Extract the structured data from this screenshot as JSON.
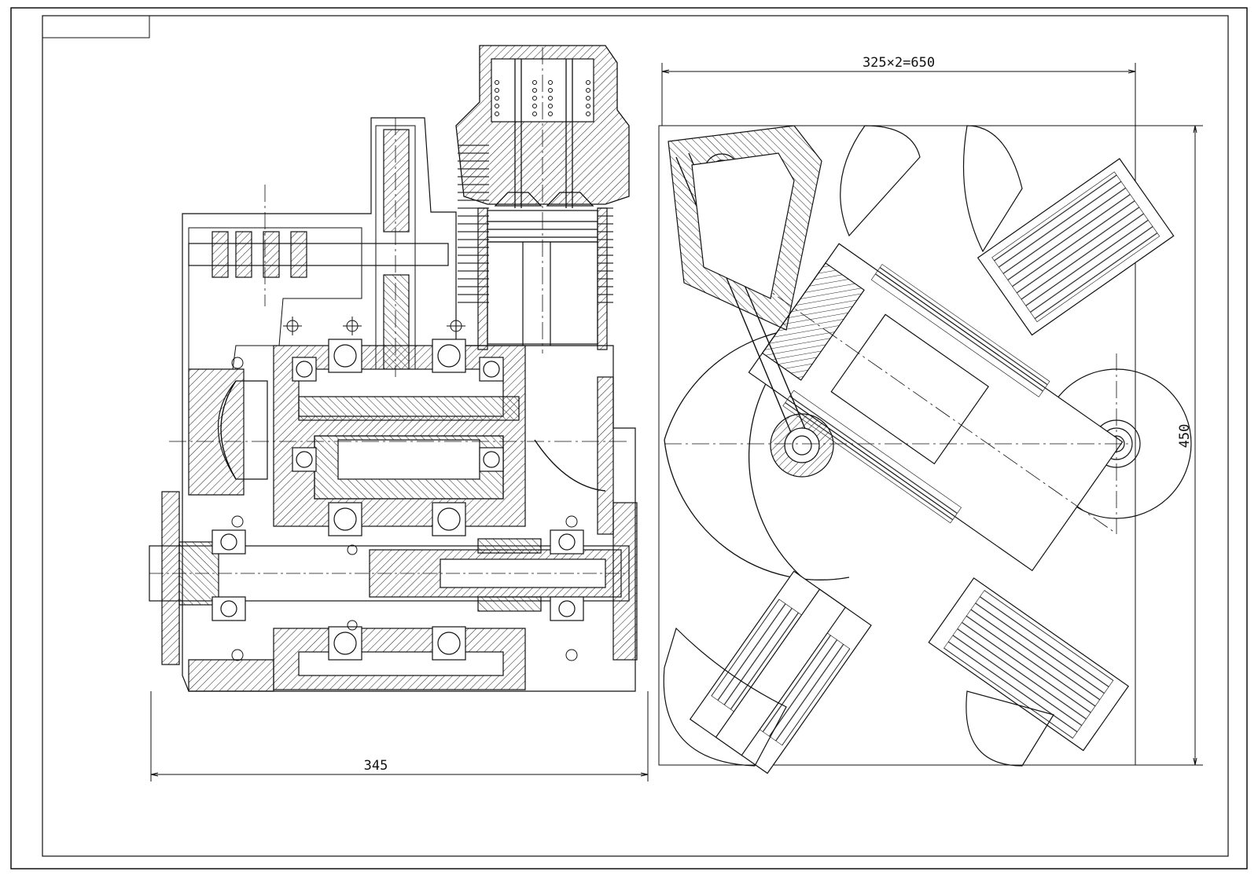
{
  "drawing": {
    "dimensions": {
      "overall_width": "325×2=650",
      "overall_height": "450",
      "base_length": "345"
    },
    "colors": {
      "ink": "#111111",
      "paper": "#ffffff",
      "hatch": "#222222"
    }
  }
}
